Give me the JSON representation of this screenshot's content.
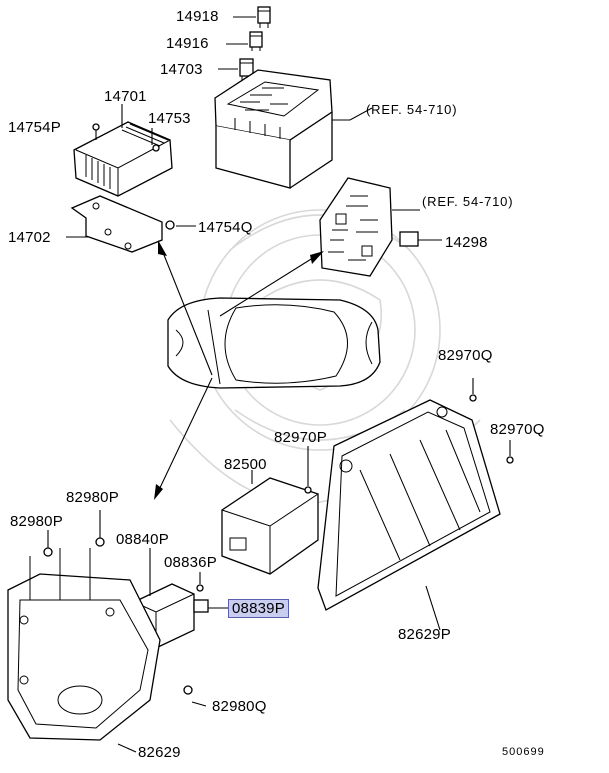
{
  "labels": {
    "p14918": "14918",
    "p14916": "14916",
    "p14703": "14703",
    "p14701": "14701",
    "p14754P": "14754P",
    "p14753": "14753",
    "p14702": "14702",
    "p14754Q": "14754Q",
    "ref1": "(REF. 54-710)",
    "ref2": "(REF. 54-710)",
    "p14298": "14298",
    "p82970Q_a": "82970Q",
    "p82970Q_b": "82970Q",
    "p82970P": "82970P",
    "p82500": "82500",
    "p82980P_a": "82980P",
    "p82980P_b": "82980P",
    "p08840P": "08840P",
    "p08836P": "08836P",
    "p08839P": "08839P",
    "p82629P": "82629P",
    "p82980Q": "82980Q",
    "p82629": "82629",
    "diagram_code": "500699"
  },
  "highlight_color": "#c9cdf0"
}
